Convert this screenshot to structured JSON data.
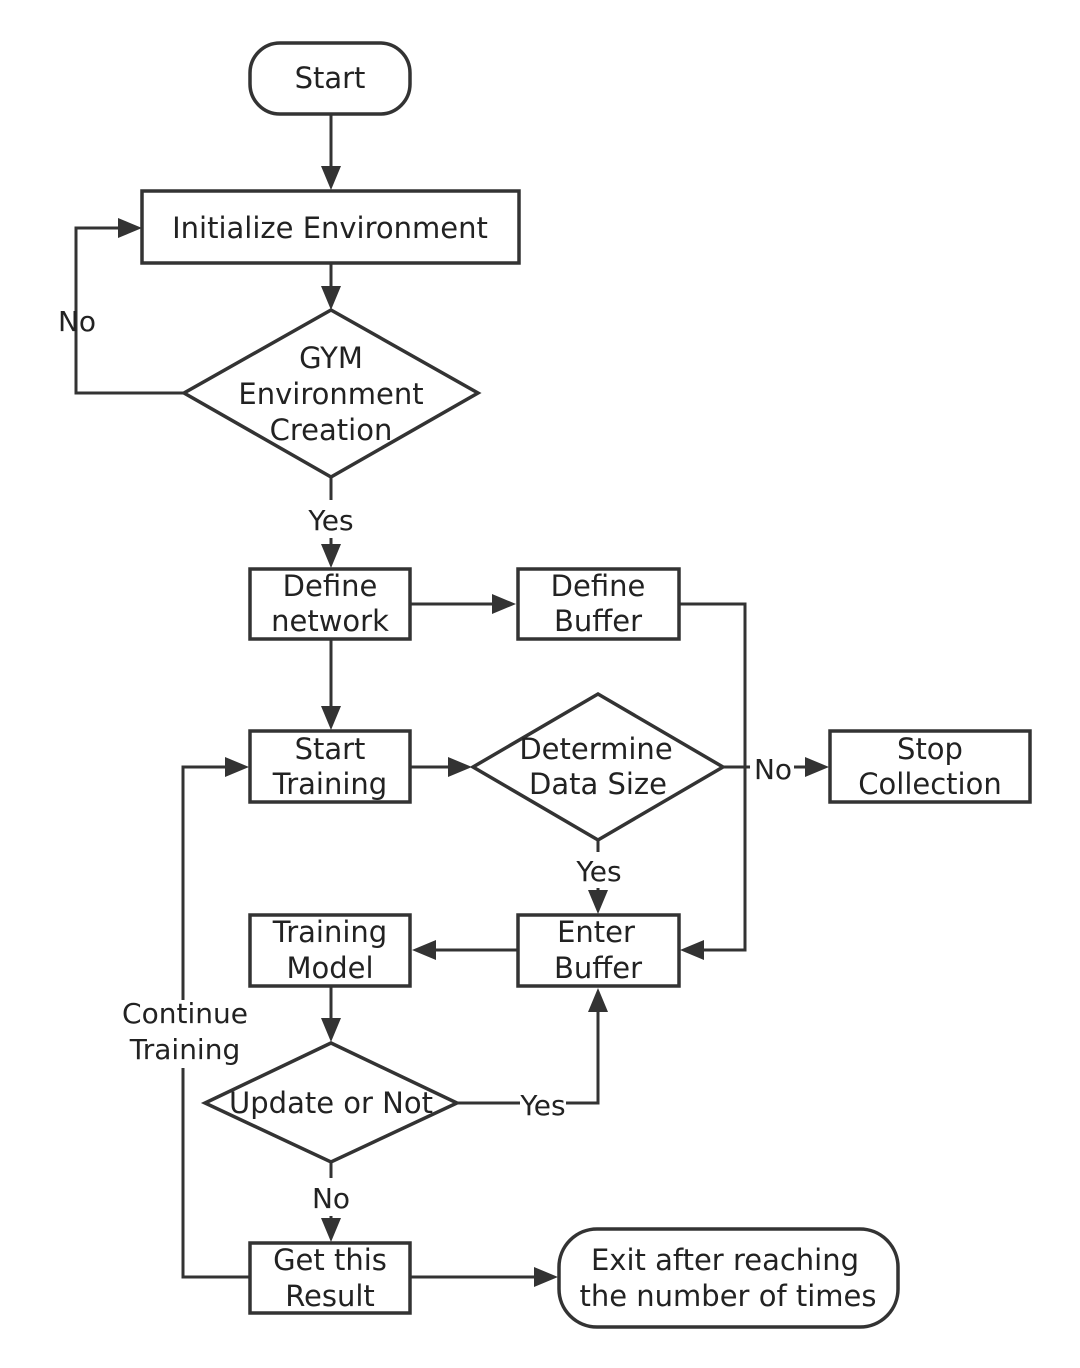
{
  "nodes": {
    "start": {
      "lines": [
        "Start"
      ]
    },
    "init_env": {
      "lines": [
        "Initialize Environment"
      ]
    },
    "gym_decision": {
      "lines": [
        "GYM",
        "Environment",
        "Creation"
      ]
    },
    "define_network": {
      "lines": [
        "Define",
        "network"
      ]
    },
    "define_buffer": {
      "lines": [
        "Define",
        "Buffer"
      ]
    },
    "start_training": {
      "lines": [
        "Start",
        "Training"
      ]
    },
    "determine_size": {
      "lines": [
        "Determine",
        "Data Size"
      ]
    },
    "stop_collection": {
      "lines": [
        "Stop",
        "Collection"
      ]
    },
    "training_model": {
      "lines": [
        "Training",
        "Model"
      ]
    },
    "enter_buffer": {
      "lines": [
        "Enter",
        "Buffer"
      ]
    },
    "update_decision": {
      "lines": [
        "Update or Not"
      ]
    },
    "get_result": {
      "lines": [
        "Get this",
        "Result"
      ]
    },
    "exit_node": {
      "lines": [
        "Exit after reaching",
        "the number of times"
      ]
    }
  },
  "edge_labels": {
    "gym_no": "No",
    "gym_yes": "Yes",
    "size_no": "No",
    "size_yes": "Yes",
    "update_yes": "Yes",
    "update_no": "No",
    "continue_line1": "Continue",
    "continue_line2": "Training"
  }
}
